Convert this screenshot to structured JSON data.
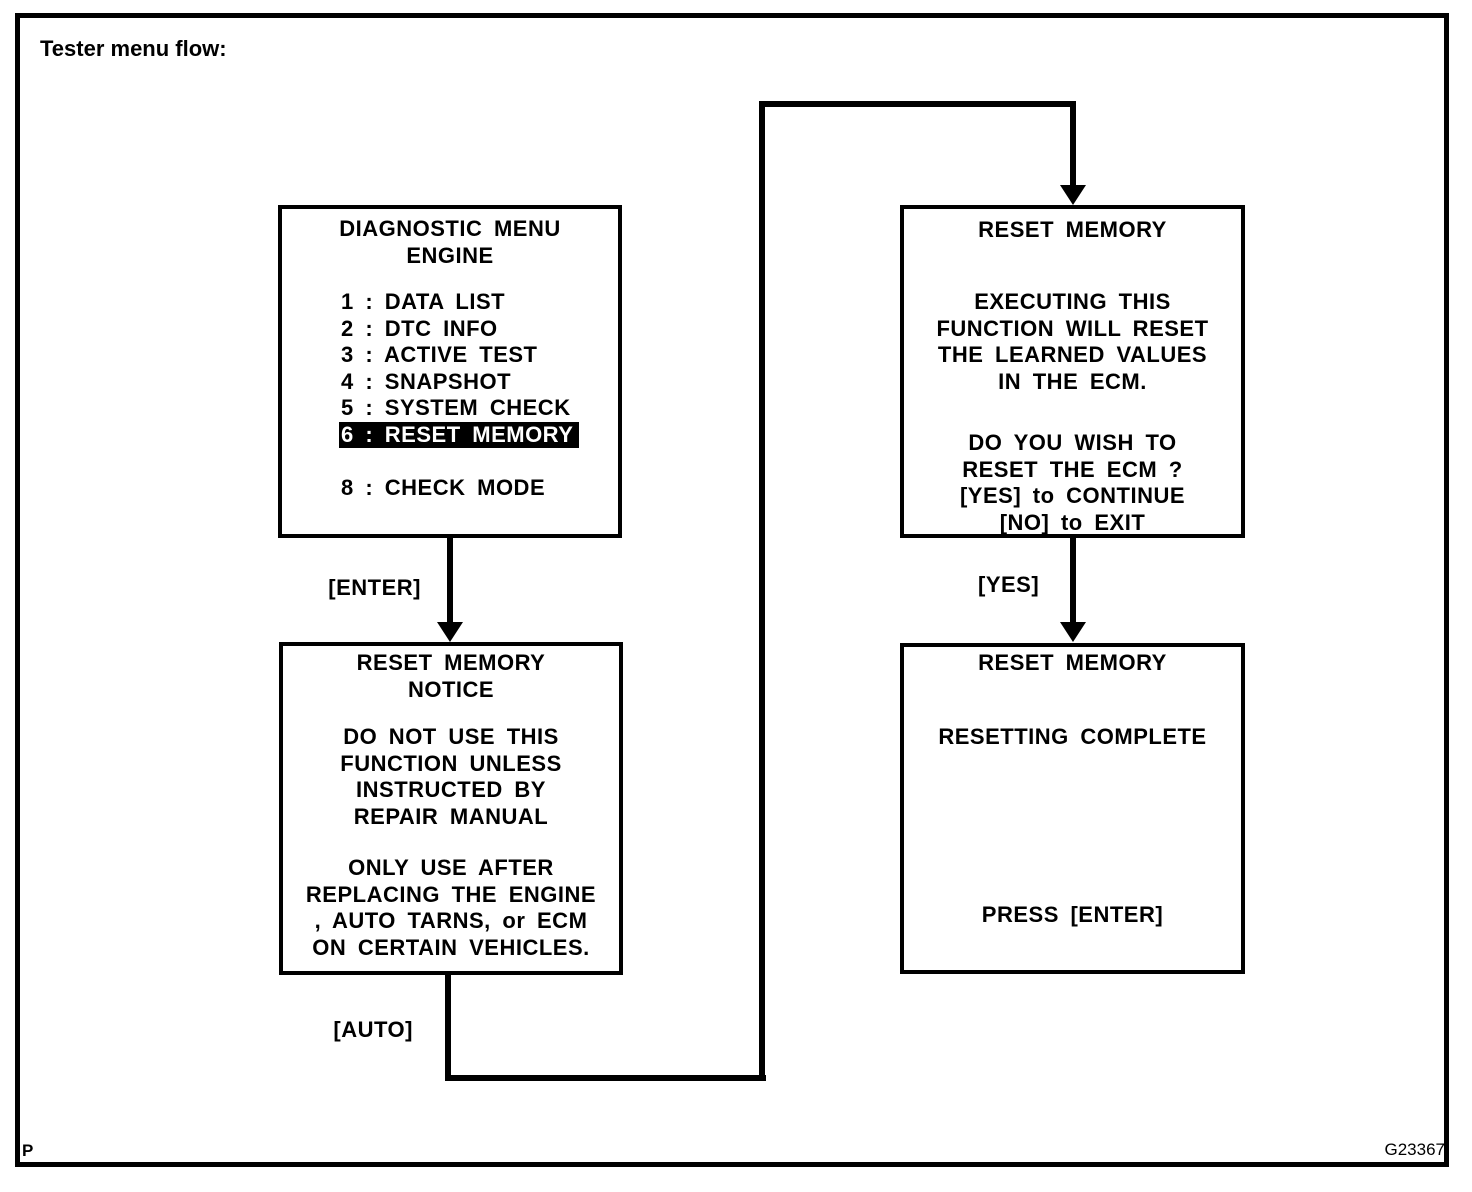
{
  "page": {
    "title": "Tester menu flow:",
    "figure_code": "G23367",
    "page_mark": "P"
  },
  "menu_screen": {
    "title1": "DIAGNOSTIC MENU",
    "title2": "ENGINE",
    "items": [
      "1 : DATA LIST",
      "2 : DTC INFO",
      "3 : ACTIVE TEST",
      "4 : SNAPSHOT",
      "5 : SYSTEM CHECK",
      "6 : RESET MEMORY",
      "8 : CHECK MODE"
    ],
    "highlighted_item": "6 : RESET MEMORY"
  },
  "confirm_screen": {
    "title": "RESET MEMORY",
    "body1": [
      "EXECUTING THIS",
      "FUNCTION WILL RESET",
      "THE LEARNED VALUES",
      "IN THE ECM."
    ],
    "body2": [
      "DO YOU WISH TO",
      "RESET THE ECM ?",
      "[YES] to CONTINUE",
      "[NO] to EXIT"
    ]
  },
  "notice_screen": {
    "title1": "RESET MEMORY",
    "title2": "NOTICE",
    "body1": [
      "DO NOT USE THIS",
      "FUNCTION UNLESS",
      "INSTRUCTED BY",
      "REPAIR MANUAL"
    ],
    "body2": [
      "ONLY USE AFTER",
      "REPLACING THE ENGINE",
      ", AUTO TARNS, or ECM",
      "ON CERTAIN VEHICLES."
    ]
  },
  "complete_screen": {
    "title": "RESET MEMORY",
    "status": "RESETTING COMPLETE",
    "prompt": "PRESS [ENTER]"
  },
  "flow_labels": {
    "enter": "[ENTER]",
    "yes": "[YES]",
    "auto": "[AUTO]"
  }
}
